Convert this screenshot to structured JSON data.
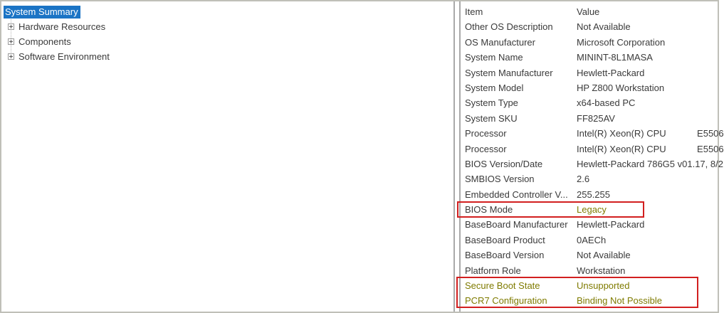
{
  "tree": {
    "items": [
      {
        "label": "System Summary",
        "selected": true,
        "has_expander": false
      },
      {
        "label": "Hardware Resources",
        "selected": false,
        "has_expander": true
      },
      {
        "label": "Components",
        "selected": false,
        "has_expander": true
      },
      {
        "label": "Software Environment",
        "selected": false,
        "has_expander": true
      }
    ]
  },
  "details": {
    "columns": {
      "item": "Item",
      "value": "Value"
    },
    "rows": [
      {
        "item": "Other OS Description",
        "value": "Not Available"
      },
      {
        "item": "OS Manufacturer",
        "value": "Microsoft Corporation"
      },
      {
        "item": "System Name",
        "value": "MININT-8L1MASA"
      },
      {
        "item": "System Manufacturer",
        "value": "Hewlett-Packard"
      },
      {
        "item": "System Model",
        "value": "HP Z800 Workstation"
      },
      {
        "item": "System Type",
        "value": "x64-based PC"
      },
      {
        "item": "System SKU",
        "value": "FF825AV"
      },
      {
        "item": "Processor",
        "value": "Intel(R) Xeon(R) CPU            E5506"
      },
      {
        "item": "Processor",
        "value": "Intel(R) Xeon(R) CPU            E5506"
      },
      {
        "item": "BIOS Version/Date",
        "value": "Hewlett-Packard 786G5 v01.17, 8/2"
      },
      {
        "item": "SMBIOS Version",
        "value": "2.6"
      },
      {
        "item": "Embedded Controller V...",
        "value": "255.255"
      },
      {
        "item": "BIOS Mode",
        "value": "Legacy",
        "value_emphasis": true,
        "annotated": true
      },
      {
        "item": "BaseBoard Manufacturer",
        "value": "Hewlett-Packard"
      },
      {
        "item": "BaseBoard Product",
        "value": "0AECh"
      },
      {
        "item": "BaseBoard Version",
        "value": "Not Available"
      },
      {
        "item": "Platform Role",
        "value": "Workstation"
      },
      {
        "item": "Secure Boot State",
        "value": "Unsupported",
        "item_emphasis": true,
        "value_emphasis": true,
        "annotated": true
      },
      {
        "item": "PCR7 Configuration",
        "value": "Binding Not Possible",
        "item_emphasis": true,
        "value_emphasis": true,
        "annotated": true
      }
    ]
  },
  "annotations": [
    {
      "name": "bios-mode-box",
      "covers": "BIOS Mode"
    },
    {
      "name": "secure-boot-box",
      "covers": "Secure Boot State, PCR7 Configuration"
    }
  ],
  "colors": {
    "selection_bg": "#1b74c5",
    "selection_text": "#ffffff",
    "emphasis_text": "#7f7b00",
    "annotation_border": "#d21f1f",
    "text": "#3a3a3a",
    "panel_border": "#a9a9a9"
  }
}
